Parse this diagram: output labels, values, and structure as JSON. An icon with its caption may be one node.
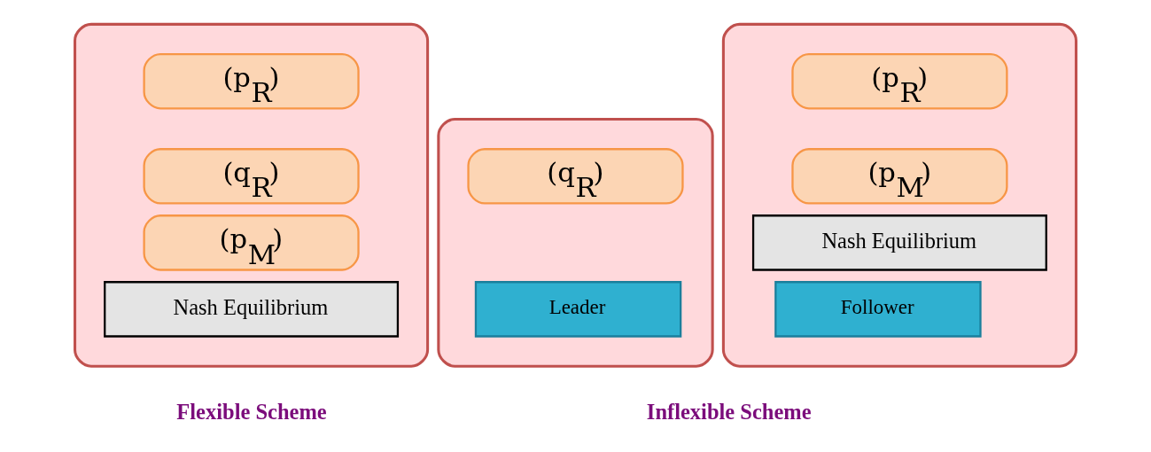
{
  "diagram": {
    "nodes": [
      {
        "text": [],
        "shape": "box"
      },
      {
        "text": [
          "(p$_{R}$)"
        ],
        "in": 0
      },
      {
        "text": [
          "(q$_{R}$)"
        ],
        "in": 0
      },
      {
        "text": [
          "(p$_{M}$)"
        ],
        "in": 0
      },
      {
        "text": [
          "Nash Equilibrium"
        ],
        "in": 0
      },
      {
        "text": [],
        "shape": "box"
      },
      {
        "text": [
          "(q$_{R}$)"
        ],
        "in": 5
      },
      {
        "text": [
          "Leader"
        ],
        "in": 5
      },
      {
        "text": [],
        "shape": "box"
      },
      {
        "text": [
          "(p$_{R}$)"
        ],
        "in": 8
      },
      {
        "text": [
          "(p$_{M}$)"
        ],
        "in": 8
      },
      {
        "text": [
          "Nash Equilibrium"
        ],
        "in": 8
      },
      {
        "text": [
          "Follower"
        ],
        "in": 8
      }
    ],
    "labels": [
      "Flexible Scheme",
      "Inflexible Scheme"
    ]
  }
}
